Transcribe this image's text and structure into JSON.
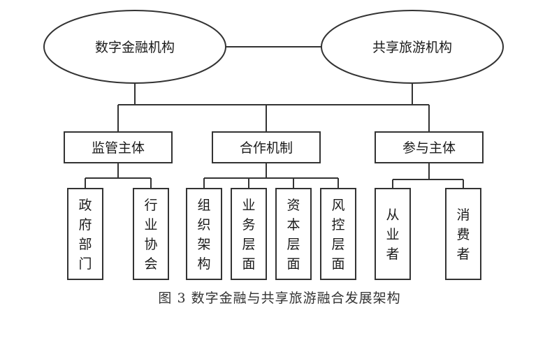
{
  "diagram": {
    "top_nodes": [
      "数字金融机构",
      "共享旅游机构"
    ],
    "groups": [
      {
        "label": "监管主体",
        "children": [
          "政府部门",
          "行业协会"
        ]
      },
      {
        "label": "合作机制",
        "children": [
          "组织架构",
          "业务层面",
          "资本层面",
          "风控层面"
        ]
      },
      {
        "label": "参与主体",
        "children": [
          "从业者",
          "消费者"
        ]
      }
    ],
    "colors": {
      "stroke": "#333333",
      "fill": "#ffffff",
      "text": "#1a1a1a"
    }
  },
  "caption": "图 3 数字金融与共享旅游融合发展架构"
}
